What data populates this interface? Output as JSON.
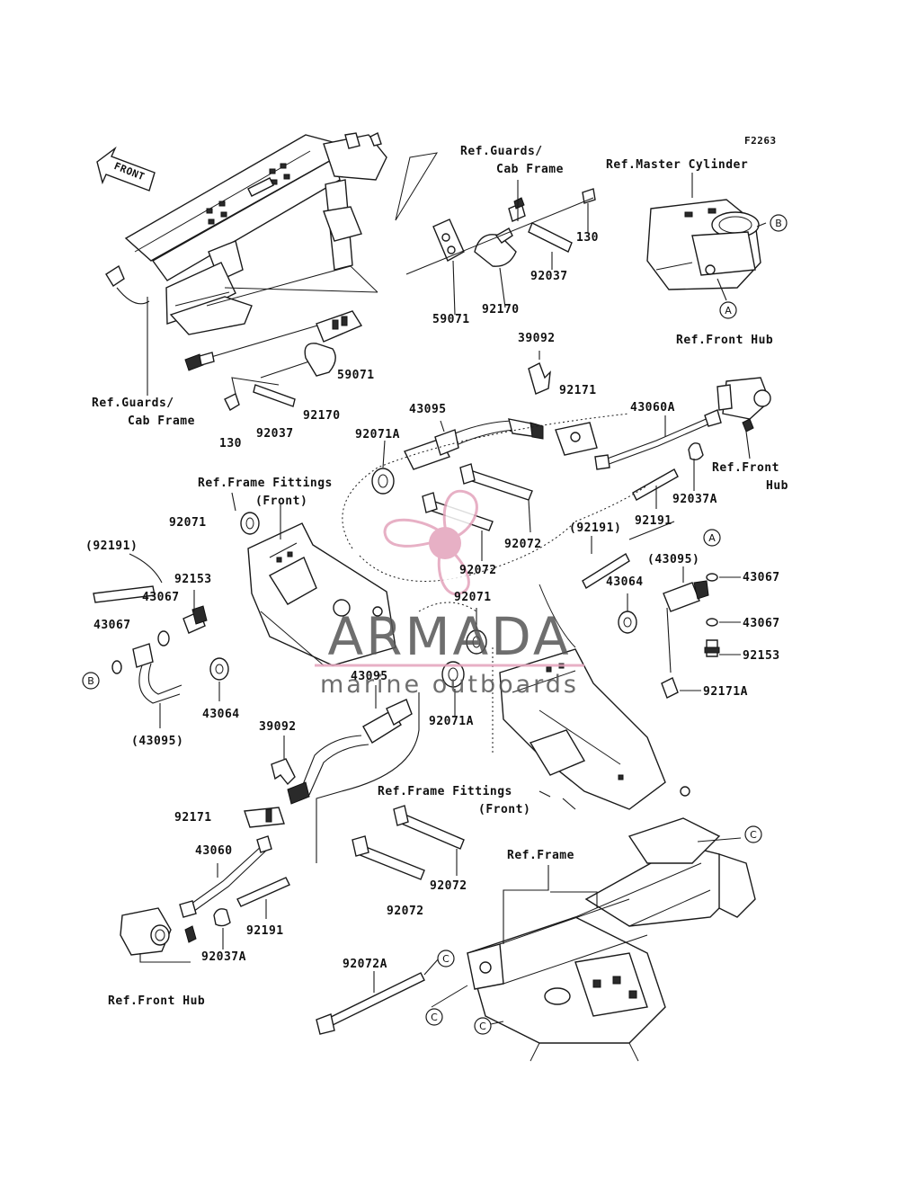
{
  "diagram_code": "F2263",
  "front_arrow_label": "FRONT",
  "reference_labels": [
    {
      "id": "ref-guards-top",
      "lines": [
        "Ref.Guards/",
        "Cab Frame"
      ]
    },
    {
      "id": "ref-master-cylinder",
      "lines": [
        "Ref.Master Cylinder"
      ]
    },
    {
      "id": "ref-front-hub-top",
      "lines": [
        "Ref.Front Hub"
      ]
    },
    {
      "id": "ref-guards-left",
      "lines": [
        "Ref.Guards/",
        "Cab Frame"
      ]
    },
    {
      "id": "ref-front-hub-right",
      "lines": [
        "Ref.Front",
        "Hub"
      ]
    },
    {
      "id": "ref-frame-fittings-top",
      "lines": [
        "Ref.Frame Fittings",
        "(Front)"
      ]
    },
    {
      "id": "ref-frame-fittings-bottom",
      "lines": [
        "Ref.Frame Fittings",
        "(Front)"
      ]
    },
    {
      "id": "ref-frame",
      "lines": [
        "Ref.Frame"
      ]
    },
    {
      "id": "ref-front-hub-bottom",
      "lines": [
        "Ref.Front Hub"
      ]
    }
  ],
  "part_labels": [
    {
      "id": "p130-top",
      "text": "130"
    },
    {
      "id": "p92037-top",
      "text": "92037"
    },
    {
      "id": "p59071-top",
      "text": "59071"
    },
    {
      "id": "p92170-top",
      "text": "92170"
    },
    {
      "id": "p39092-top",
      "text": "39092"
    },
    {
      "id": "p92171-top",
      "text": "92171"
    },
    {
      "id": "p59071-mid",
      "text": "59071"
    },
    {
      "id": "p92170-mid",
      "text": "92170"
    },
    {
      "id": "p130-mid",
      "text": "130"
    },
    {
      "id": "p92037-mid",
      "text": "92037"
    },
    {
      "id": "p43095-top",
      "text": "43095"
    },
    {
      "id": "p92071a-top",
      "text": "92071A"
    },
    {
      "id": "p43060a",
      "text": "43060A"
    },
    {
      "id": "p92037a-right",
      "text": "92037A"
    },
    {
      "id": "p92191-right",
      "text": "92191"
    },
    {
      "id": "p92071-left",
      "text": "92071"
    },
    {
      "id": "p92072-a",
      "text": "92072"
    },
    {
      "id": "p92072-b",
      "text": "92072"
    },
    {
      "id": "p92191-paren-right",
      "text": "(92191)"
    },
    {
      "id": "p92191-paren-left",
      "text": "(92191)"
    },
    {
      "id": "p92153-left",
      "text": "92153"
    },
    {
      "id": "p43067-left-a",
      "text": "43067"
    },
    {
      "id": "p43067-left-b",
      "text": "43067"
    },
    {
      "id": "p92071-center",
      "text": "92071"
    },
    {
      "id": "p43064-right",
      "text": "43064"
    },
    {
      "id": "p43095-paren-right",
      "text": "(43095)"
    },
    {
      "id": "p43067-right-a",
      "text": "43067"
    },
    {
      "id": "p43067-right-b",
      "text": "43067"
    },
    {
      "id": "p92153-right",
      "text": "92153"
    },
    {
      "id": "p92171a",
      "text": "92171A"
    },
    {
      "id": "p43095-center",
      "text": "43095"
    },
    {
      "id": "p43064-left",
      "text": "43064"
    },
    {
      "id": "p43095-paren-left",
      "text": "(43095)"
    },
    {
      "id": "p92071a-center",
      "text": "92071A"
    },
    {
      "id": "p39092-bottom",
      "text": "39092"
    },
    {
      "id": "p92171-bottom",
      "text": "92171"
    },
    {
      "id": "p43060",
      "text": "43060"
    },
    {
      "id": "p92191-bottom",
      "text": "92191"
    },
    {
      "id": "p92037a-bottom",
      "text": "92037A"
    },
    {
      "id": "p92072-c",
      "text": "92072"
    },
    {
      "id": "p92072-d",
      "text": "92072"
    },
    {
      "id": "p92072a",
      "text": "92072A"
    }
  ],
  "ref_markers": [
    {
      "id": "mk-b-top",
      "letter": "B"
    },
    {
      "id": "mk-a-top",
      "letter": "A"
    },
    {
      "id": "mk-a-right",
      "letter": "A"
    },
    {
      "id": "mk-b-left",
      "letter": "B"
    },
    {
      "id": "mk-c-frame",
      "letter": "C"
    },
    {
      "id": "mk-c-strap",
      "letter": "C"
    },
    {
      "id": "mk-c-low1",
      "letter": "C"
    },
    {
      "id": "mk-c-low2",
      "letter": "C"
    }
  ],
  "watermark": {
    "brand": "ARMADA",
    "tagline": "marine outboards",
    "brand_color": "#555555",
    "accent_color": "#e3a3bb"
  }
}
